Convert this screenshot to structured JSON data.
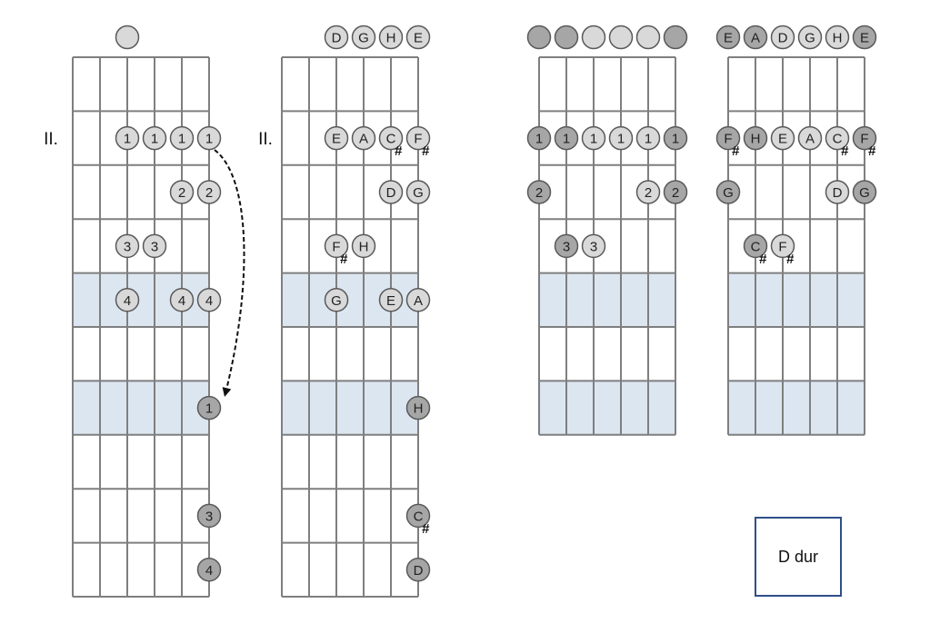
{
  "colors": {
    "grid_line": "#7f7f7f",
    "highlight_band": "#dce6f1",
    "light_circle": "#d9d9d9",
    "dark_circle": "#a6a6a6",
    "circle_stroke": "#595959",
    "box_border": "#2f4f88"
  },
  "key_label": "D dur",
  "diagrams": [
    {
      "id": "finger-pattern-left",
      "position_label": "II.",
      "highlight_frets": [
        5,
        7
      ],
      "top_row": [
        {
          "string": 3,
          "label": "",
          "shade": "light"
        }
      ],
      "notes": [
        {
          "string": 3,
          "fret": 2,
          "label": "1",
          "shade": "light"
        },
        {
          "string": 4,
          "fret": 2,
          "label": "1",
          "shade": "light"
        },
        {
          "string": 5,
          "fret": 2,
          "label": "1",
          "shade": "light"
        },
        {
          "string": 6,
          "fret": 2,
          "label": "1",
          "shade": "light"
        },
        {
          "string": 5,
          "fret": 3,
          "label": "2",
          "shade": "light"
        },
        {
          "string": 6,
          "fret": 3,
          "label": "2",
          "shade": "light"
        },
        {
          "string": 3,
          "fret": 4,
          "label": "3",
          "shade": "light"
        },
        {
          "string": 4,
          "fret": 4,
          "label": "3",
          "shade": "light"
        },
        {
          "string": 3,
          "fret": 5,
          "label": "4",
          "shade": "light"
        },
        {
          "string": 5,
          "fret": 5,
          "label": "4",
          "shade": "light"
        },
        {
          "string": 6,
          "fret": 5,
          "label": "4",
          "shade": "light"
        },
        {
          "string": 6,
          "fret": 7,
          "label": "1",
          "shade": "dark"
        },
        {
          "string": 6,
          "fret": 9,
          "label": "3",
          "shade": "dark"
        },
        {
          "string": 6,
          "fret": 10,
          "label": "4",
          "shade": "dark"
        }
      ],
      "arrow": true
    },
    {
      "id": "note-names-left",
      "position_label": "II.",
      "highlight_frets": [
        5,
        7
      ],
      "top_row": [
        {
          "string": 3,
          "label": "D",
          "shade": "light"
        },
        {
          "string": 4,
          "label": "G",
          "shade": "light"
        },
        {
          "string": 5,
          "label": "H",
          "shade": "light"
        },
        {
          "string": 6,
          "label": "E",
          "shade": "light"
        }
      ],
      "notes": [
        {
          "string": 3,
          "fret": 2,
          "label": "E",
          "shade": "light"
        },
        {
          "string": 4,
          "fret": 2,
          "label": "A",
          "shade": "light"
        },
        {
          "string": 5,
          "fret": 2,
          "label": "C",
          "sharp": "#",
          "shade": "light"
        },
        {
          "string": 6,
          "fret": 2,
          "label": "F",
          "sharp": "#",
          "shade": "light"
        },
        {
          "string": 5,
          "fret": 3,
          "label": "D",
          "shade": "light"
        },
        {
          "string": 6,
          "fret": 3,
          "label": "G",
          "shade": "light"
        },
        {
          "string": 3,
          "fret": 4,
          "label": "F",
          "sharp": "#",
          "shade": "light"
        },
        {
          "string": 4,
          "fret": 4,
          "label": "H",
          "shade": "light"
        },
        {
          "string": 3,
          "fret": 5,
          "label": "G",
          "shade": "light"
        },
        {
          "string": 5,
          "fret": 5,
          "label": "E",
          "shade": "light"
        },
        {
          "string": 6,
          "fret": 5,
          "label": "A",
          "shade": "light"
        },
        {
          "string": 6,
          "fret": 7,
          "label": "H",
          "shade": "dark"
        },
        {
          "string": 6,
          "fret": 9,
          "label": "C",
          "sharp": "#",
          "shade": "dark"
        },
        {
          "string": 6,
          "fret": 10,
          "label": "D",
          "shade": "dark"
        }
      ],
      "arrow": false
    },
    {
      "id": "finger-pattern-right",
      "position_label": "",
      "highlight_frets": [
        5,
        7
      ],
      "top_row": [
        {
          "string": 1,
          "label": "",
          "shade": "dark"
        },
        {
          "string": 2,
          "label": "",
          "shade": "dark"
        },
        {
          "string": 3,
          "label": "",
          "shade": "light"
        },
        {
          "string": 4,
          "label": "",
          "shade": "light"
        },
        {
          "string": 5,
          "label": "",
          "shade": "light"
        },
        {
          "string": 6,
          "label": "",
          "shade": "dark"
        }
      ],
      "notes": [
        {
          "string": 1,
          "fret": 2,
          "label": "1",
          "shade": "dark"
        },
        {
          "string": 2,
          "fret": 2,
          "label": "1",
          "shade": "dark"
        },
        {
          "string": 3,
          "fret": 2,
          "label": "1",
          "shade": "light"
        },
        {
          "string": 4,
          "fret": 2,
          "label": "1",
          "shade": "light"
        },
        {
          "string": 5,
          "fret": 2,
          "label": "1",
          "shade": "light"
        },
        {
          "string": 6,
          "fret": 2,
          "label": "1",
          "shade": "dark"
        },
        {
          "string": 1,
          "fret": 3,
          "label": "2",
          "shade": "dark"
        },
        {
          "string": 5,
          "fret": 3,
          "label": "2",
          "shade": "light"
        },
        {
          "string": 6,
          "fret": 3,
          "label": "2",
          "shade": "dark"
        },
        {
          "string": 2,
          "fret": 4,
          "label": "3",
          "shade": "dark"
        },
        {
          "string": 3,
          "fret": 4,
          "label": "3",
          "shade": "light"
        }
      ],
      "arrow": false
    },
    {
      "id": "note-names-right",
      "position_label": "",
      "highlight_frets": [
        5,
        7
      ],
      "top_row": [
        {
          "string": 1,
          "label": "E",
          "shade": "dark"
        },
        {
          "string": 2,
          "label": "A",
          "shade": "dark"
        },
        {
          "string": 3,
          "label": "D",
          "shade": "light"
        },
        {
          "string": 4,
          "label": "G",
          "shade": "light"
        },
        {
          "string": 5,
          "label": "H",
          "shade": "light"
        },
        {
          "string": 6,
          "label": "E",
          "shade": "dark"
        }
      ],
      "notes": [
        {
          "string": 1,
          "fret": 2,
          "label": "F",
          "sharp": "#",
          "shade": "dark"
        },
        {
          "string": 2,
          "fret": 2,
          "label": "H",
          "shade": "dark"
        },
        {
          "string": 3,
          "fret": 2,
          "label": "E",
          "shade": "light"
        },
        {
          "string": 4,
          "fret": 2,
          "label": "A",
          "shade": "light"
        },
        {
          "string": 5,
          "fret": 2,
          "label": "C",
          "sharp": "#",
          "shade": "light"
        },
        {
          "string": 6,
          "fret": 2,
          "label": "F",
          "sharp": "#",
          "shade": "dark"
        },
        {
          "string": 1,
          "fret": 3,
          "label": "G",
          "shade": "dark"
        },
        {
          "string": 5,
          "fret": 3,
          "label": "D",
          "shade": "light"
        },
        {
          "string": 6,
          "fret": 3,
          "label": "G",
          "shade": "dark"
        },
        {
          "string": 2,
          "fret": 4,
          "label": "C",
          "sharp": "#",
          "shade": "dark"
        },
        {
          "string": 3,
          "fret": 4,
          "label": "F",
          "sharp": "#",
          "shade": "light"
        }
      ],
      "arrow": false
    }
  ]
}
